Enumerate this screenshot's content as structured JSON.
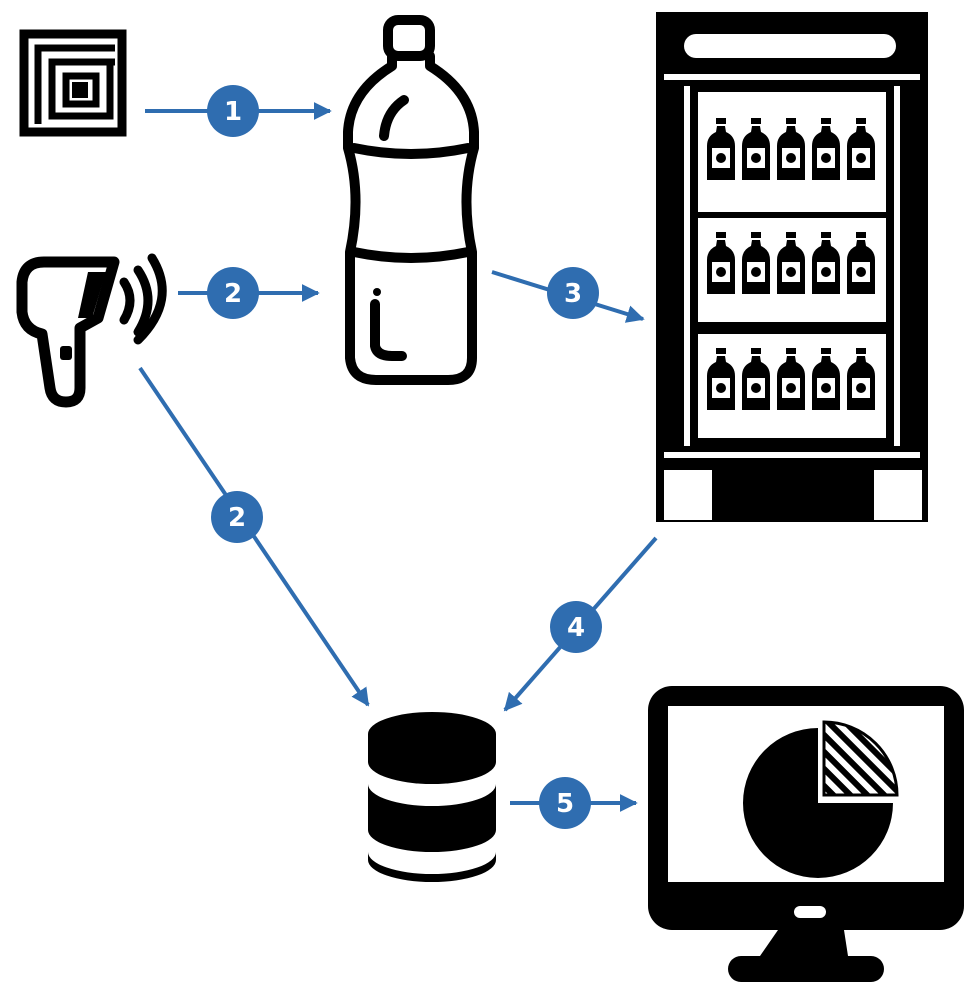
{
  "colors": {
    "accent": "#2f6db0",
    "ink": "#000000",
    "paper": "#ffffff"
  },
  "nodes": [
    {
      "id": "rfid-tag",
      "icon": "rfid-tag-icon"
    },
    {
      "id": "bottle",
      "icon": "water-bottle-icon"
    },
    {
      "id": "scanner",
      "icon": "rfid-scanner-icon"
    },
    {
      "id": "fridge",
      "icon": "beverage-fridge-icon"
    },
    {
      "id": "database",
      "icon": "database-icon"
    },
    {
      "id": "monitor",
      "icon": "analytics-monitor-icon"
    }
  ],
  "steps": [
    {
      "label": "1",
      "from": "rfid-tag",
      "to": "bottle"
    },
    {
      "label": "2",
      "from": "scanner",
      "to": "bottle"
    },
    {
      "label": "2",
      "from": "scanner",
      "to": "database"
    },
    {
      "label": "3",
      "from": "bottle",
      "to": "fridge"
    },
    {
      "label": "4",
      "from": "fridge",
      "to": "database"
    },
    {
      "label": "5",
      "from": "database",
      "to": "monitor"
    }
  ]
}
